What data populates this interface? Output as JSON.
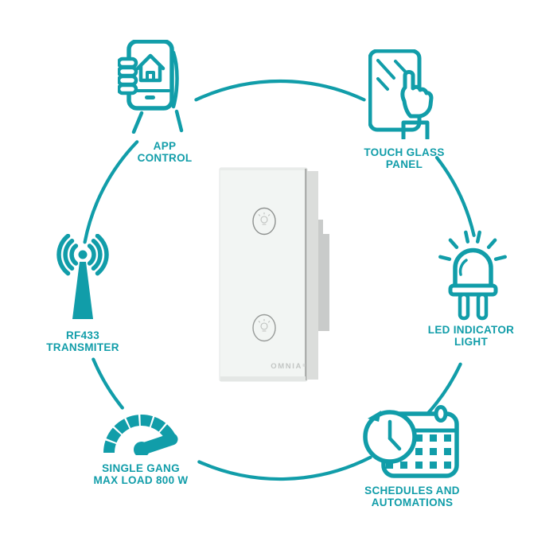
{
  "diagram": {
    "accent_color": "#119DA9",
    "features": [
      {
        "id": "app-control",
        "icon": "smartphone-home-app-icon",
        "label": "APP\nCONTROL"
      },
      {
        "id": "touch-glass-panel",
        "icon": "touch-glass-panel-icon",
        "label": "TOUCH GLASS\nPANEL"
      },
      {
        "id": "rf433-transmitter",
        "icon": "rf-antenna-icon",
        "label": "RF433\nTRANSMITER"
      },
      {
        "id": "led-indicator-light",
        "icon": "led-bulb-icon",
        "label": "LED INDICATOR\nLIGHT"
      },
      {
        "id": "single-gang-max-load",
        "icon": "gauge-icon",
        "label": "SINGLE GANG\nMAX LOAD 800 W"
      },
      {
        "id": "schedules-automations",
        "icon": "calendar-clock-icon",
        "label": "SCHEDULES AND\nAUTOMATIONS"
      }
    ],
    "product": {
      "brand": "OMNIA",
      "registered_mark": "®",
      "touch_buttons": 2
    }
  }
}
